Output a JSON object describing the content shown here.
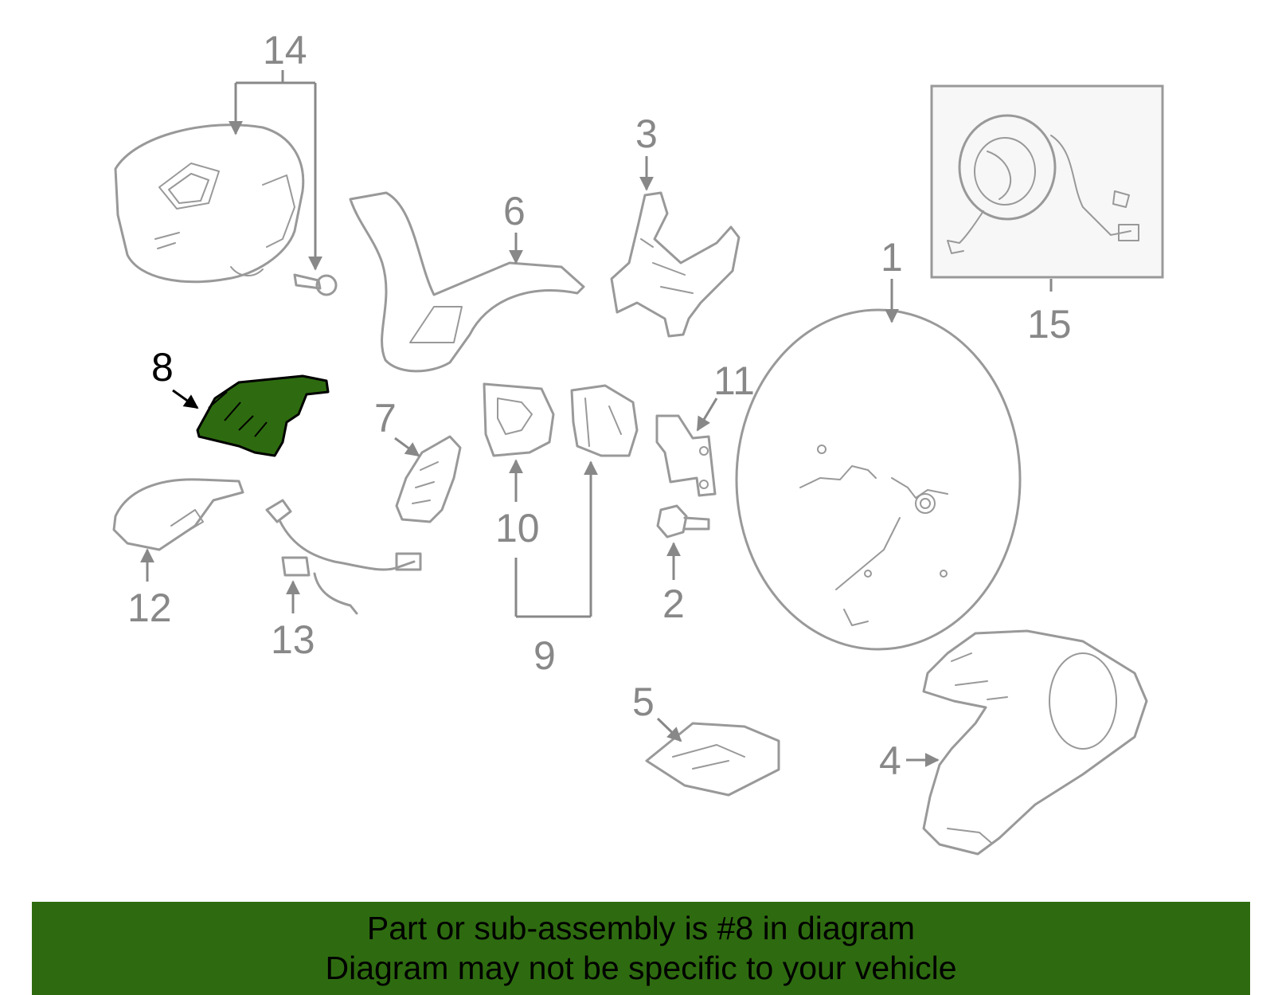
{
  "diagram": {
    "highlighted_part": "8",
    "highlight_color": "#2e6b10",
    "line_color": "#999999",
    "labels": {
      "p1": "1",
      "p2": "2",
      "p3": "3",
      "p4": "4",
      "p5": "5",
      "p6": "6",
      "p7": "7",
      "p8": "8",
      "p9": "9",
      "p10": "10",
      "p11": "11",
      "p12": "12",
      "p13": "13",
      "p14": "14",
      "p15": "15"
    }
  },
  "banner": {
    "line1": "Part or sub-assembly is #8 in diagram",
    "line2": "Diagram may not be specific to your vehicle",
    "background": "#2e6b10"
  }
}
